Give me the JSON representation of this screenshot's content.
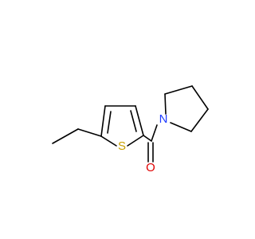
{
  "molecule": {
    "atoms": {
      "sulfur": {
        "symbol": "S",
        "color": "#c8a000"
      },
      "oxygen": {
        "symbol": "O",
        "color": "#e00000"
      },
      "nitrogen": {
        "symbol": "N",
        "color": "#1f3cff"
      }
    },
    "bond_color": "#000000",
    "background": "#ffffff"
  }
}
